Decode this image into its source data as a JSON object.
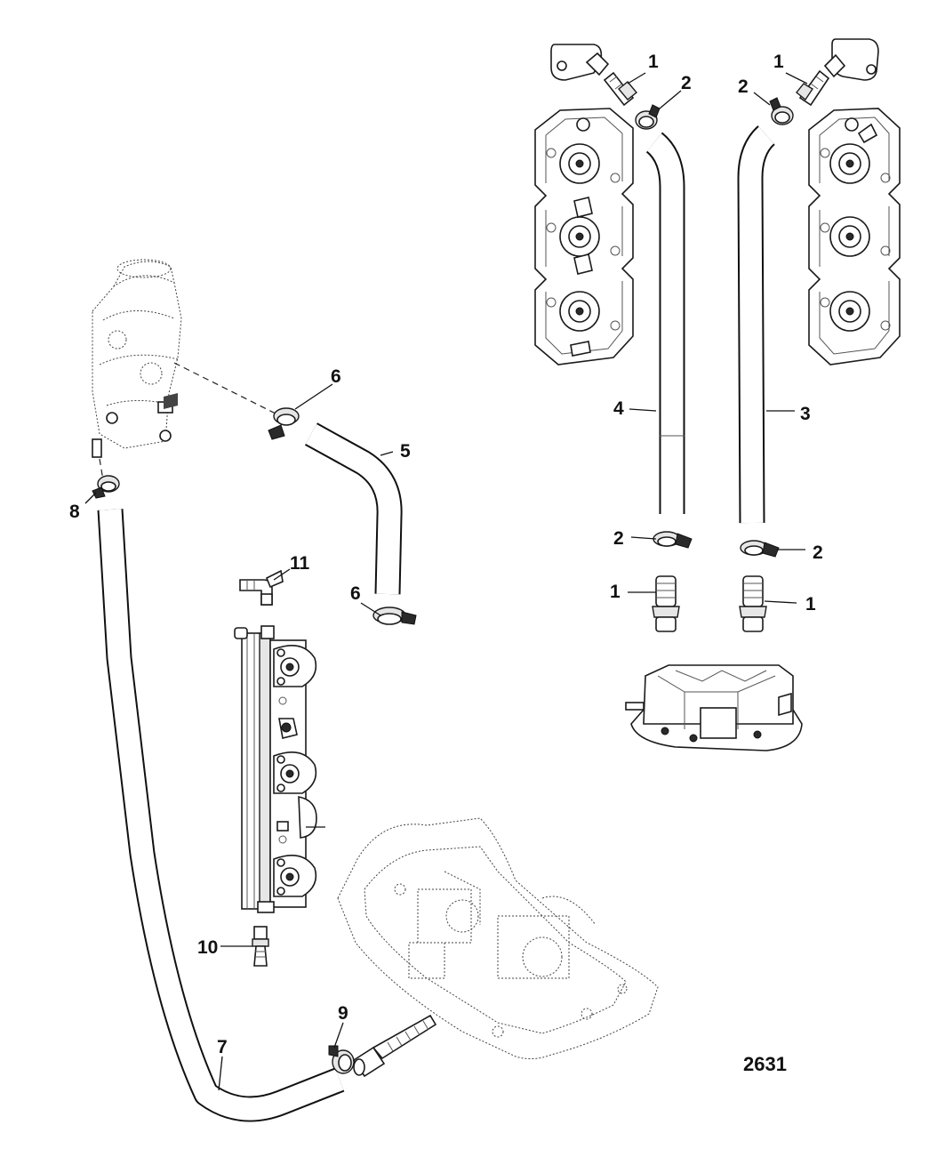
{
  "diagram_id": "2631",
  "callouts": {
    "c1a": "1",
    "c1b": "1",
    "c1c": "1",
    "c1d": "1",
    "c2a": "2",
    "c2b": "2",
    "c2c": "2",
    "c2d": "2",
    "c3": "3",
    "c4": "4",
    "c5": "5",
    "c6a": "6",
    "c6b": "6",
    "c7": "7",
    "c8": "8",
    "c9": "9",
    "c10": "10",
    "c11": "11"
  }
}
